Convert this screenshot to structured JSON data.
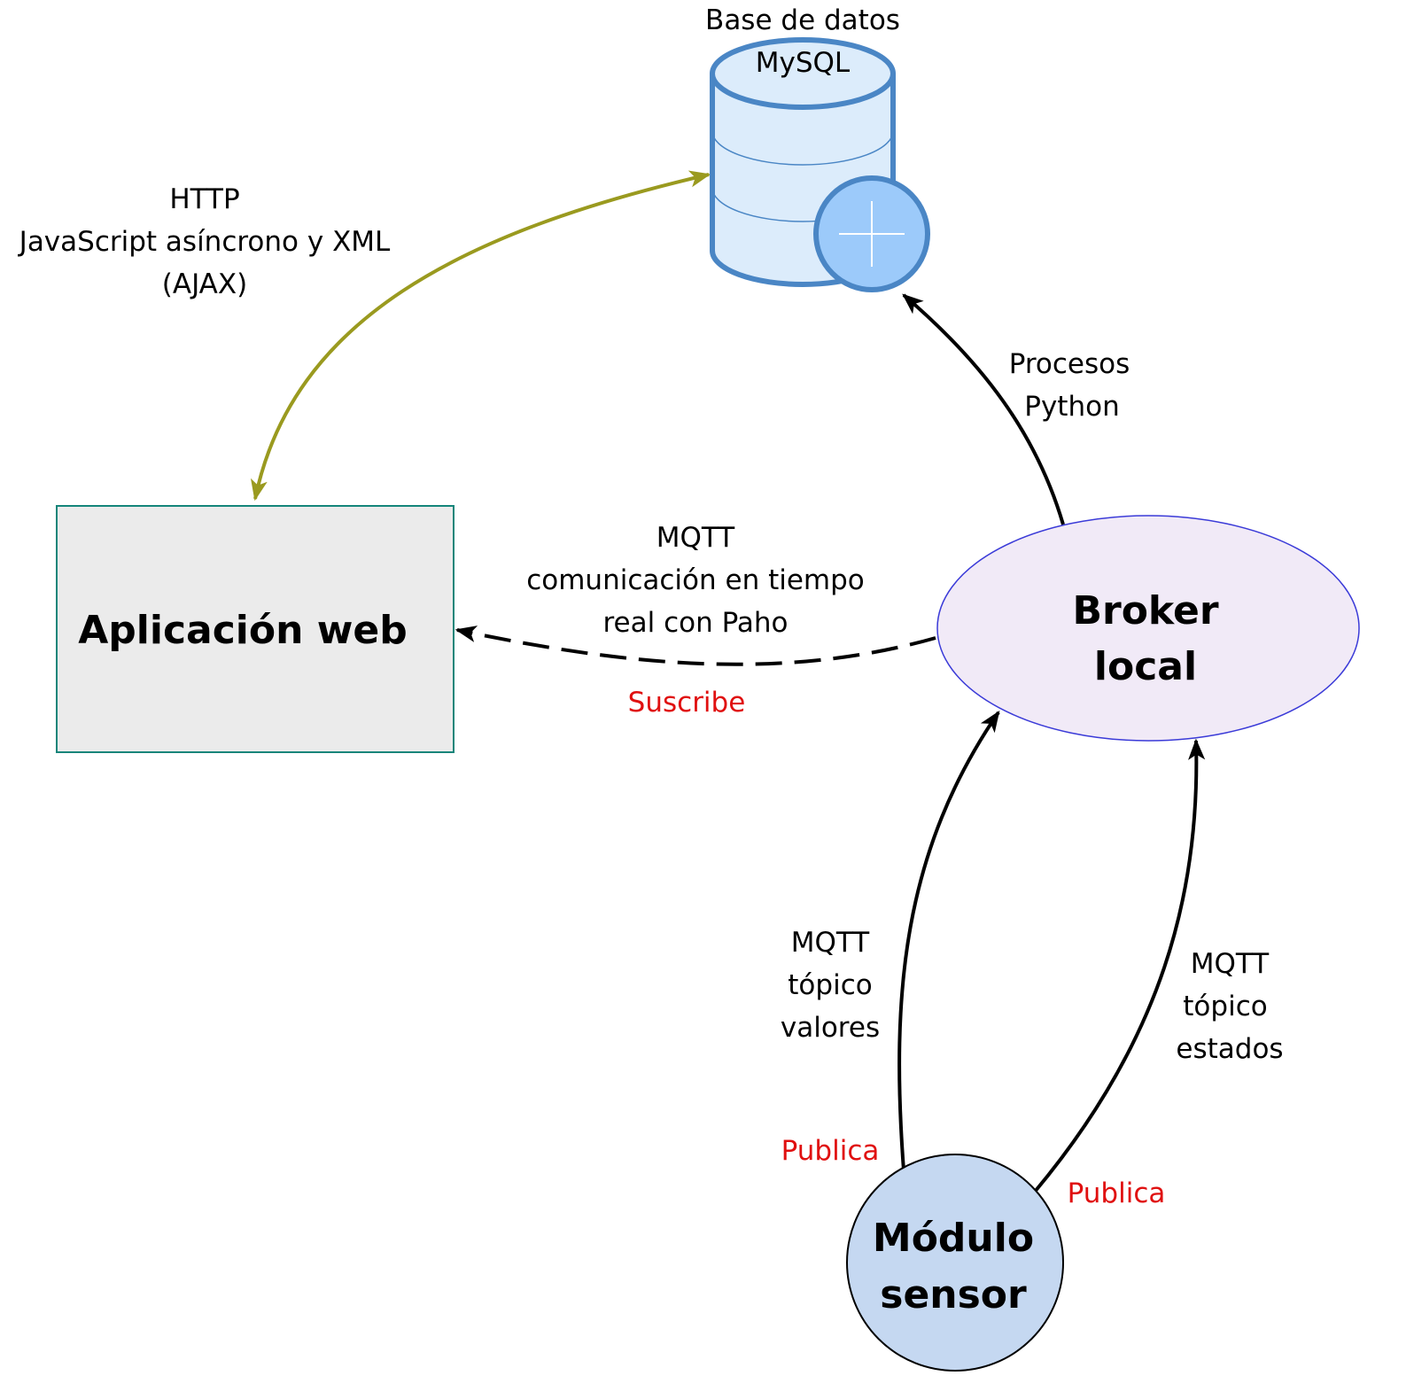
{
  "colors": {
    "http_arrow": "#9a9a1f",
    "db_stroke": "#4a86c5",
    "db_fill": "#dcecfb",
    "db_badge_fill": "#9ccafa",
    "webapp_stroke": "#15857a",
    "webapp_fill": "#ebebeb",
    "broker_stroke": "#3b3bd8",
    "broker_fill": "#f1eaf7",
    "sensor_fill": "#c5d8f1",
    "publish_red": "#e01010"
  },
  "database": {
    "icon": "database-plus-icon",
    "label_line1": "Base de datos",
    "label_line2": "MySQL"
  },
  "webapp": {
    "title": "Aplicación web"
  },
  "broker": {
    "title_line1": "Broker",
    "title_line2": "local"
  },
  "sensor": {
    "title_line1": "Módulo",
    "title_line2": "sensor"
  },
  "http_label": {
    "line1": "HTTP",
    "line2": "JavaScript asíncrono y XML",
    "line3": "(AJAX)"
  },
  "python_label": {
    "line1": "Procesos",
    "line2": "Python"
  },
  "mqtt_web_label": {
    "line1": "MQTT",
    "line2": "comunicación en tiempo",
    "line3": "real con Paho",
    "action": "Suscribe"
  },
  "mqtt_valores_label": {
    "line1": "MQTT",
    "line2": "tópico",
    "line3": "valores",
    "action": "Publica"
  },
  "mqtt_estados_label": {
    "line1": "MQTT",
    "line2": "tópico",
    "line3": "estados",
    "action": "Publica"
  }
}
